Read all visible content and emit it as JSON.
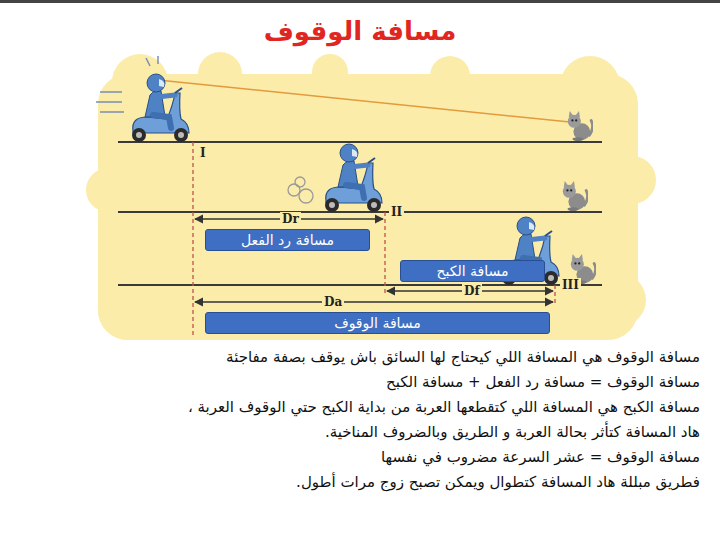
{
  "diagram": {
    "title": "مسافة الوقوف",
    "nodes": [
      {
        "text": [
          "مسافة رد الفعل"
        ]
      },
      {
        "text": [
          "مسافة الكبح"
        ]
      },
      {
        "text": [
          "مسافة الوقوف"
        ]
      }
    ],
    "labels": [
      "I",
      "II",
      "III",
      "Dr",
      "Df",
      "Da",
      "مسافة الوقوف هي المسافة اللي كيحتاج لها السائق باش يوقف بصفة مفاجئة",
      "مسافة الوقوف = مسافة رد الفعل + مسافة الكبح",
      "مسافة الكبح هي المسافة اللي كتقطعها العربة من بداية الكبح حتي الوقوف العربة ،",
      "هاد المسافة كتأثر بحالة العربة و الطريق وبالضروف المناخية.",
      "مسافة الوقوف = عشر السرعة مضروب في نفسها",
      "فطريق مبللة هاد المسافة كتطوال ويمكن تصبح زوج مرات أطول."
    ]
  }
}
